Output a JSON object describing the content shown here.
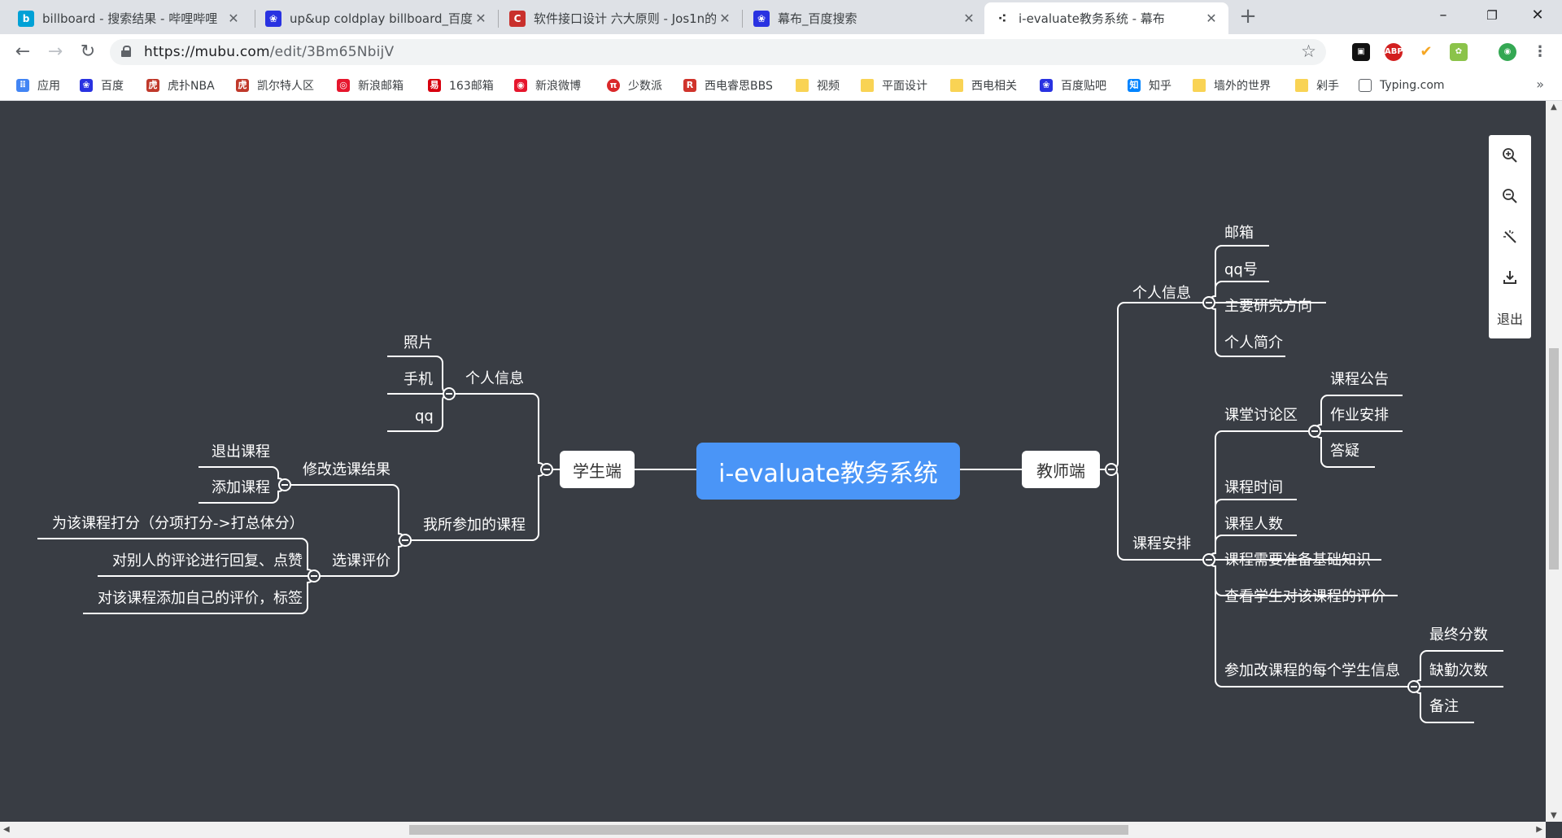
{
  "browser": {
    "tabs": [
      {
        "title": "billboard - 搜索结果 - 哔哩哔哩",
        "active": false,
        "icon": "bilibili-icon",
        "color": "#00a1d6"
      },
      {
        "title": "up&up coldplay billboard_百度",
        "active": false,
        "icon": "baidu-paw-icon",
        "color": "#2932e1"
      },
      {
        "title": "软件接口设计 六大原则 - Jos1n的",
        "active": false,
        "icon": "csdn-icon",
        "color": "#c9302c"
      },
      {
        "title": "幕布_百度搜索",
        "active": false,
        "icon": "baidu-paw-icon",
        "color": "#2932e1"
      },
      {
        "title": "i-evaluate教务系统 - 幕布",
        "active": true,
        "icon": "mubu-icon",
        "color": "#333333"
      }
    ],
    "url_host": "https://mubu.com",
    "url_path": "/edit/3Bm65NbijV"
  },
  "bookmarks": [
    {
      "label": "应用",
      "icon": "apps-grid-icon",
      "color": "#4285f4"
    },
    {
      "label": "百度",
      "icon": "baidu-paw-icon",
      "color": "#2932e1"
    },
    {
      "label": "虎扑NBA",
      "icon": "hupu-icon",
      "color": "#c0392b"
    },
    {
      "label": "凯尔特人区",
      "icon": "hupu-icon",
      "color": "#c0392b"
    },
    {
      "label": "新浪邮箱",
      "icon": "sina-icon",
      "color": "#e6162d"
    },
    {
      "label": "163邮箱",
      "icon": "netease-icon",
      "color": "#d7000f"
    },
    {
      "label": "新浪微博",
      "icon": "weibo-icon",
      "color": "#e6162d"
    },
    {
      "label": "少数派",
      "icon": "sspai-icon",
      "color": "#da282a"
    },
    {
      "label": "西电睿思BBS",
      "icon": "rs-icon",
      "color": "#d0342c"
    },
    {
      "label": "视频",
      "icon": "folder-icon",
      "color": "#f9d354"
    },
    {
      "label": "平面设计",
      "icon": "folder-icon",
      "color": "#f9d354"
    },
    {
      "label": "西电相关",
      "icon": "folder-icon",
      "color": "#f9d354"
    },
    {
      "label": "百度贴吧",
      "icon": "baidu-paw-icon",
      "color": "#2932e1"
    },
    {
      "label": "知乎",
      "icon": "zhihu-icon",
      "color": "#0084ff"
    },
    {
      "label": "墙外的世界",
      "icon": "folder-icon",
      "color": "#f9d354"
    },
    {
      "label": "剁手",
      "icon": "folder-icon",
      "color": "#f9d354"
    },
    {
      "label": "Typing.com",
      "icon": "page-icon",
      "color": "#5f6368"
    }
  ],
  "mindmap": {
    "root": "i-evaluate教务系统",
    "student": {
      "label": "学生端",
      "personal_info": {
        "label": "个人信息",
        "items": [
          "照片",
          "手机",
          "qq"
        ]
      },
      "my_courses": {
        "label": "我所参加的课程",
        "modify": {
          "label": "修改选课结果",
          "items": [
            "退出课程",
            "添加课程"
          ]
        },
        "review": {
          "label": "选课评价",
          "items": [
            "为该课程打分（分项打分->打总体分）",
            "对别人的评论进行回复、点赞",
            "对该课程添加自己的评价，标签"
          ]
        }
      }
    },
    "teacher": {
      "label": "教师端",
      "personal_info": {
        "label": "个人信息",
        "items": [
          "邮箱",
          "qq号",
          "主要研究方向",
          "个人简介"
        ]
      },
      "course": {
        "label": "课程安排",
        "discussion": {
          "label": "课堂讨论区",
          "items": [
            "课程公告",
            "作业安排",
            "答疑"
          ]
        },
        "items": [
          "课程时间",
          "课程人数",
          "课程需要准备基础知识",
          "查看学生对该课程的评价"
        ],
        "students": {
          "label": "参加改课程的每个学生信息",
          "items": [
            "最终分数",
            "缺勤次数",
            "备注"
          ]
        }
      }
    }
  },
  "tools": {
    "exit_label": "退出"
  },
  "colors": {
    "canvas": "#393d44",
    "root": "#4a95f7",
    "line": "#ffffff"
  }
}
